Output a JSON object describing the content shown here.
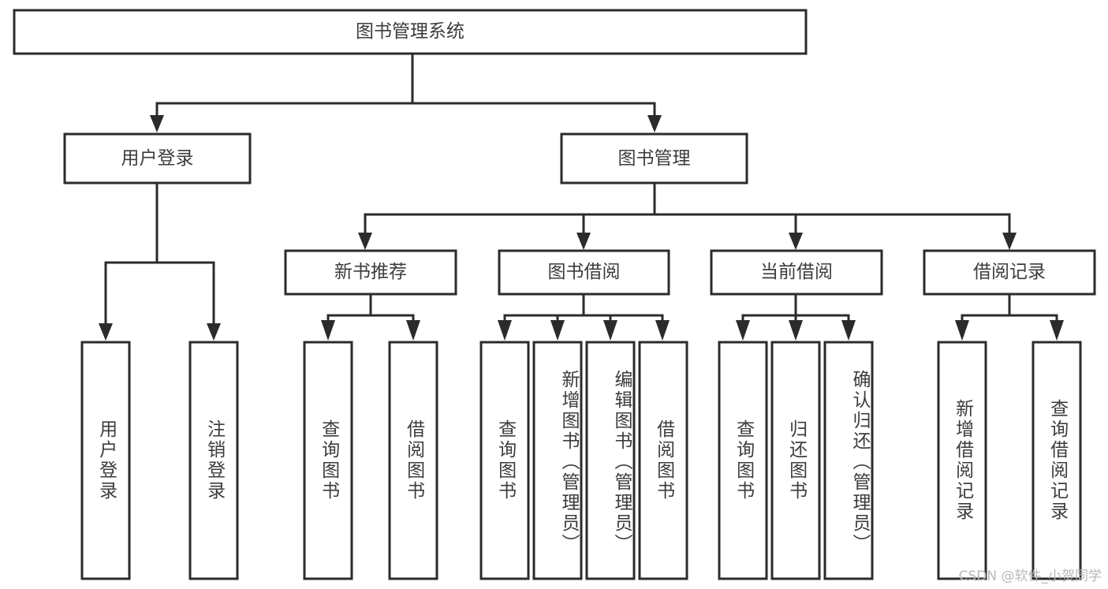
{
  "diagram": {
    "type": "tree-hierarchy",
    "title_node": {
      "id": "root",
      "label": "图书管理系统"
    },
    "levels": [
      {
        "level": 1,
        "nodes": [
          {
            "id": "root",
            "label": "图书管理系统",
            "orientation": "horizontal"
          }
        ]
      },
      {
        "level": 2,
        "nodes": [
          {
            "id": "user-login",
            "label": "用户登录",
            "orientation": "horizontal",
            "parent": "root"
          },
          {
            "id": "book-manage",
            "label": "图书管理",
            "orientation": "horizontal",
            "parent": "root"
          }
        ]
      },
      {
        "level": 3,
        "nodes": [
          {
            "id": "new-book-rec",
            "label": "新书推荐",
            "orientation": "horizontal",
            "parent": "book-manage"
          },
          {
            "id": "book-borrow",
            "label": "图书借阅",
            "orientation": "horizontal",
            "parent": "book-manage"
          },
          {
            "id": "current-borrow",
            "label": "当前借阅",
            "orientation": "horizontal",
            "parent": "book-manage"
          },
          {
            "id": "borrow-record",
            "label": "借阅记录",
            "orientation": "horizontal",
            "parent": "book-manage"
          }
        ]
      },
      {
        "level": 4,
        "nodes": [
          {
            "id": "leaf-user-login",
            "label": "用户登录",
            "orientation": "vertical",
            "parent": "user-login"
          },
          {
            "id": "leaf-logout",
            "label": "注销登录",
            "orientation": "vertical",
            "parent": "user-login"
          },
          {
            "id": "leaf-query-book-1",
            "label": "查询图书",
            "orientation": "vertical",
            "parent": "new-book-rec"
          },
          {
            "id": "leaf-borrow-book-1",
            "label": "借阅图书",
            "orientation": "vertical",
            "parent": "new-book-rec"
          },
          {
            "id": "leaf-query-book-2",
            "label": "查询图书",
            "orientation": "vertical",
            "parent": "book-borrow"
          },
          {
            "id": "leaf-add-book",
            "label": "新增图书（管理员）",
            "orientation": "vertical",
            "parent": "book-borrow"
          },
          {
            "id": "leaf-edit-book",
            "label": "编辑图书（管理员）",
            "orientation": "vertical",
            "parent": "book-borrow"
          },
          {
            "id": "leaf-borrow-book-2",
            "label": "借阅图书",
            "orientation": "vertical",
            "parent": "book-borrow"
          },
          {
            "id": "leaf-query-book-3",
            "label": "查询图书",
            "orientation": "vertical",
            "parent": "current-borrow"
          },
          {
            "id": "leaf-return-book",
            "label": "归还图书",
            "orientation": "vertical",
            "parent": "current-borrow"
          },
          {
            "id": "leaf-confirm-return",
            "label": "确认归还（管理员）",
            "orientation": "vertical",
            "parent": "current-borrow"
          },
          {
            "id": "leaf-add-record",
            "label": "新增借阅记录",
            "orientation": "vertical",
            "parent": "borrow-record"
          },
          {
            "id": "leaf-query-record",
            "label": "查询借阅记录",
            "orientation": "vertical",
            "parent": "borrow-record"
          }
        ]
      }
    ],
    "colors": {
      "stroke": "#2b2b2b",
      "fill": "#ffffff",
      "text": "#3c3c3c",
      "watermark": "#b9b9b9"
    }
  },
  "watermark": {
    "text": "CSDN @软件_小贺同学"
  }
}
